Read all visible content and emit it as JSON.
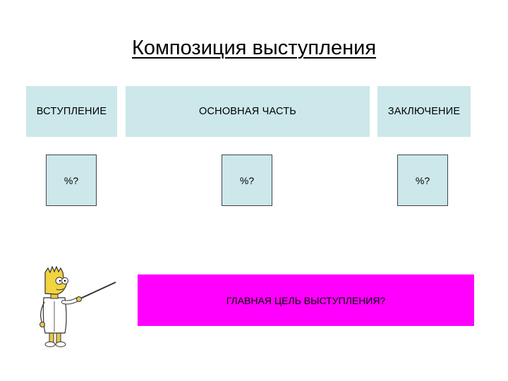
{
  "title": "Композиция выступления",
  "parts": {
    "intro": "ВСТУПЛЕНИЕ",
    "main": "ОСНОВНАЯ ЧАСТЬ",
    "conclusion": "ЗАКЛЮЧЕНИЕ"
  },
  "percent": {
    "intro": "%?",
    "main": "%?",
    "conclusion": "%?"
  },
  "goal": "ГЛАВНАЯ ЦЕЛЬ ВЫСТУПЛЕНИЯ?",
  "colors": {
    "part_fill": "#cce8ea",
    "goal_fill": "#ff00ff"
  },
  "illustration": "cartoon-lecturer-with-pointer"
}
